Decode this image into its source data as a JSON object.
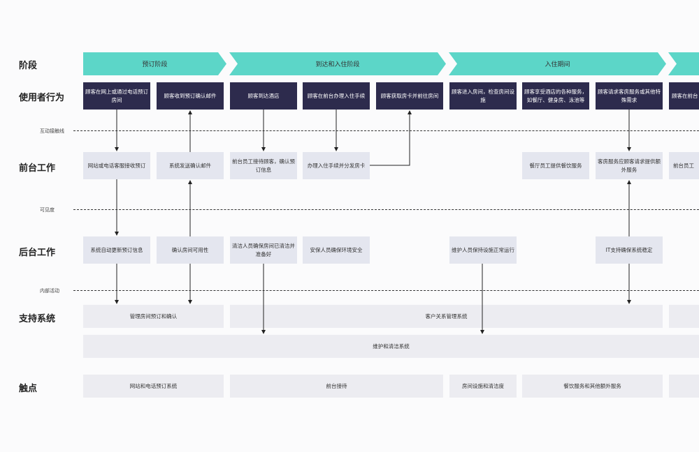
{
  "rows": {
    "stage": "阶段",
    "user": "使用者行为",
    "front": "前台工作",
    "back": "后台工作",
    "support": "支持系统",
    "touch": "触点"
  },
  "dividers": {
    "interaction": "互动接触线",
    "visibility": "可见度",
    "internal": "内部活动"
  },
  "stages": [
    "预订阶段",
    "到达和入住阶段",
    "入住期间",
    ""
  ],
  "user_actions": [
    "顾客在网上或通过电话预订房间",
    "顾客收到预订确认邮件",
    "顾客到达酒店",
    "顾客在前台办理入住手续",
    "顾客获取房卡并前往房间",
    "顾客进入房间，检查房间设施",
    "顾客享受酒店的各种服务，如餐厅、健身房、泳池等",
    "顾客请求客房服务或其他特殊需求",
    "顾客在前台"
  ],
  "front_work": [
    "网站或电话客服接收预订",
    "系统发送确认邮件",
    "前台员工接待顾客，确认预订信息",
    "办理入住手续并分发房卡",
    "餐厅员工提供餐饮服务",
    "客房服务应顾客请求提供额外服务",
    "前台员工"
  ],
  "back_work": [
    "系统自动更新预订信息",
    "确认房间可用性",
    "清洁人员确保房间已清洁并准备好",
    "安保人员确保环境安全",
    "维护人员保持设施正常运行",
    "IT支持确保系统稳定"
  ],
  "support": [
    "管理房间预订和确认",
    "客户关系管理系统",
    "维护和清洁系统"
  ],
  "touchpoints": [
    "网站和电话预订系统",
    "前台接待",
    "房间设施和清洁度",
    "餐饮服务和其他额外服务"
  ],
  "colors": {
    "stage": "#5cd6c8",
    "user_box": "#2d2b4d",
    "lane_box": "#e4e6ef",
    "support_box": "#ececf1"
  }
}
